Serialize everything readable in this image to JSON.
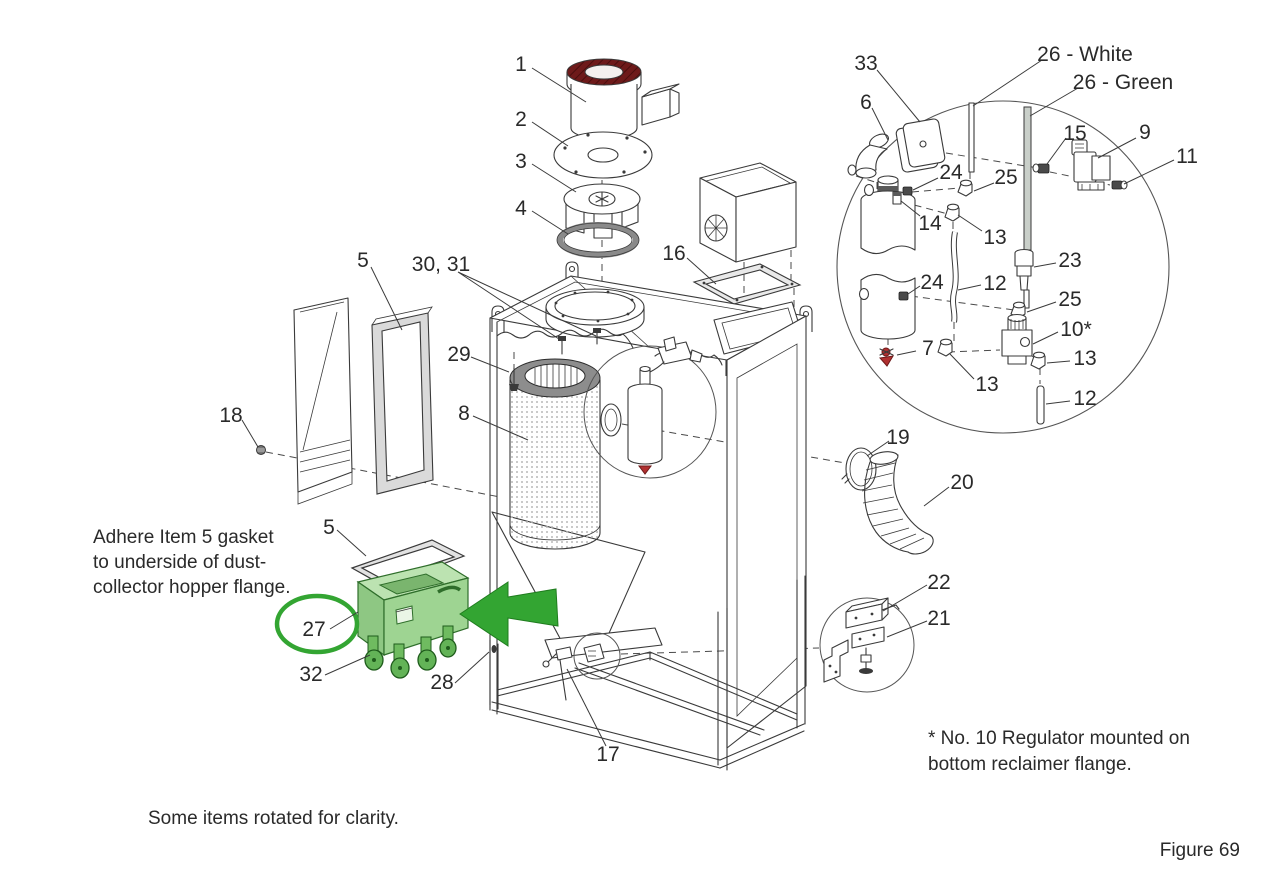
{
  "figure": {
    "caption": "Figure 69",
    "rotated_note": "Some items rotated for clarity."
  },
  "annotations": {
    "adhere_note": [
      "Adhere Item 5 gasket",
      "to underside of dust-",
      "collector hopper flange."
    ],
    "regulator_footnote": [
      "* No. 10 Regulator mounted on",
      "bottom reclaimer flange."
    ]
  },
  "colors": {
    "line": "#3a3a3a",
    "accent_green": "#33a532",
    "cart_green_top": "#bce3b1",
    "cart_green_body": "#92cc85",
    "cart_green_dark": "#5ea84f",
    "motor_top_maroon": "#6e1a1a",
    "fitting_red": "#b03030"
  },
  "callouts": [
    {
      "id": "part-1",
      "text": "1"
    },
    {
      "id": "part-2",
      "text": "2"
    },
    {
      "id": "part-3",
      "text": "3"
    },
    {
      "id": "part-4",
      "text": "4"
    },
    {
      "id": "part-5-door",
      "text": "5"
    },
    {
      "id": "part-30-31",
      "text": "30, 31"
    },
    {
      "id": "part-16",
      "text": "16"
    },
    {
      "id": "part-29",
      "text": "29"
    },
    {
      "id": "part-8",
      "text": "8"
    },
    {
      "id": "part-18",
      "text": "18"
    },
    {
      "id": "part-5-cart",
      "text": "5"
    },
    {
      "id": "part-27",
      "text": "27"
    },
    {
      "id": "part-32",
      "text": "32"
    },
    {
      "id": "part-28",
      "text": "28"
    },
    {
      "id": "part-17",
      "text": "17"
    },
    {
      "id": "part-19",
      "text": "19"
    },
    {
      "id": "part-20",
      "text": "20"
    },
    {
      "id": "part-22",
      "text": "22"
    },
    {
      "id": "part-21",
      "text": "21"
    },
    {
      "id": "part-33",
      "text": "33"
    },
    {
      "id": "part-6",
      "text": "6"
    },
    {
      "id": "part-26-white",
      "text": "26 - White"
    },
    {
      "id": "part-26-green",
      "text": "26 - Green"
    },
    {
      "id": "part-15",
      "text": "15"
    },
    {
      "id": "part-9",
      "text": "9"
    },
    {
      "id": "part-11",
      "text": "11"
    },
    {
      "id": "part-24-a",
      "text": "24"
    },
    {
      "id": "part-25-a",
      "text": "25"
    },
    {
      "id": "part-14",
      "text": "14"
    },
    {
      "id": "part-13-a",
      "text": "13"
    },
    {
      "id": "part-23",
      "text": "23"
    },
    {
      "id": "part-12-a",
      "text": "12"
    },
    {
      "id": "part-24-b",
      "text": "24"
    },
    {
      "id": "part-25-b",
      "text": "25"
    },
    {
      "id": "part-10",
      "text": "10*"
    },
    {
      "id": "part-7",
      "text": "7"
    },
    {
      "id": "part-13-b",
      "text": "13"
    },
    {
      "id": "part-13-c",
      "text": "13"
    },
    {
      "id": "part-12-b",
      "text": "12"
    }
  ]
}
